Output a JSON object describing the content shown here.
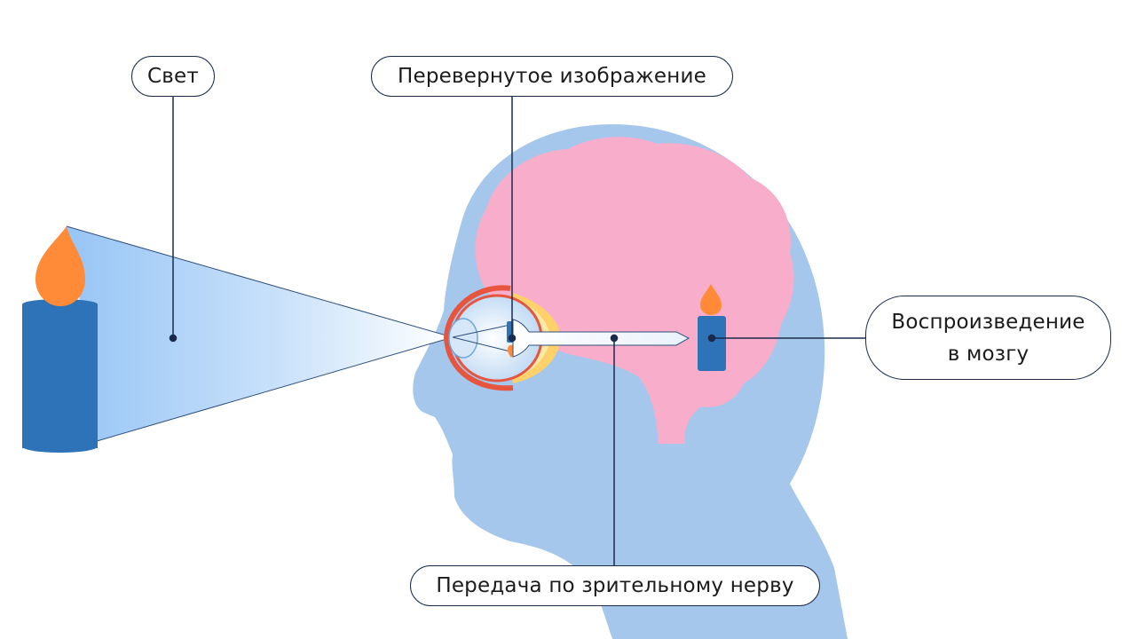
{
  "labels": {
    "light": "Свет",
    "inverted_image": "Перевернутое изображение",
    "brain_line1": "Воспроизведение",
    "brain_line2": "в мозгу",
    "optic_nerve": "Передача по зрительному нерву"
  },
  "colors": {
    "head": "#a7c8ee",
    "brain": "#f9aecb",
    "candle_body": "#2e72b8",
    "flame": "#ff8c3a",
    "light_beam_start": "#9fcaf6",
    "light_beam_end": "#ffffff",
    "eye_outer": "#e85a45",
    "eye_lens": "#ffd36a",
    "connector": "#1b2a4a"
  }
}
